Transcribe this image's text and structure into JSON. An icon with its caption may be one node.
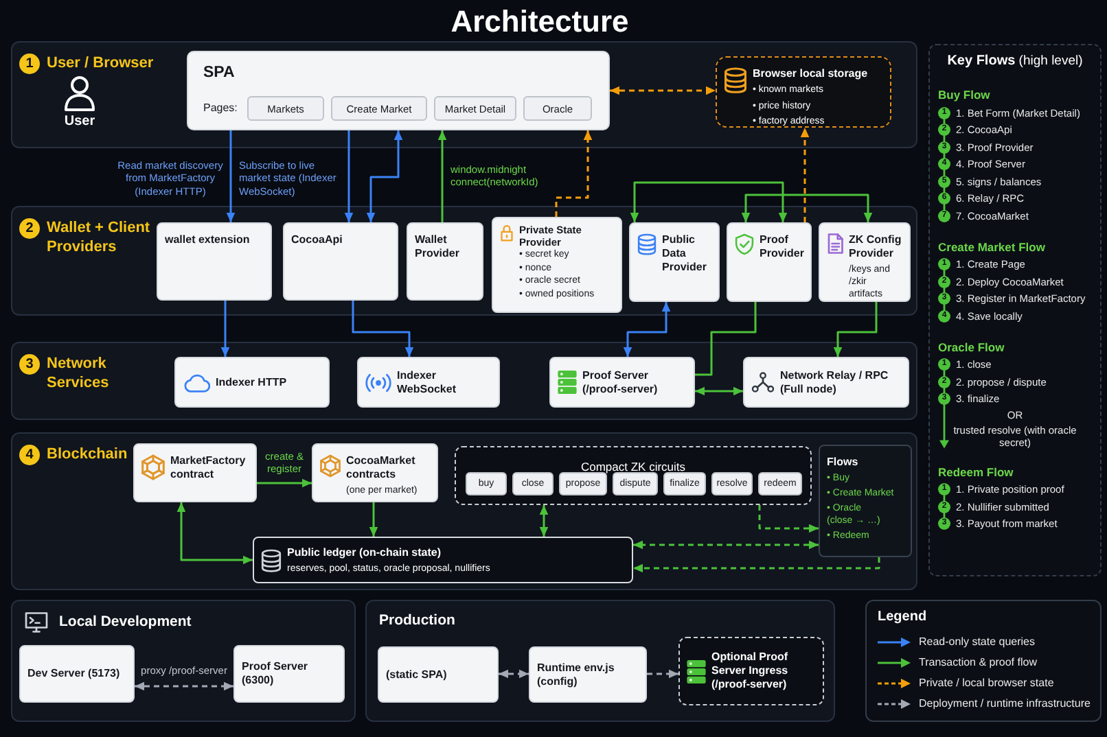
{
  "diagram": {
    "title": "Architecture",
    "nodes": [
      {
        "text": [
          "1",
          "User / Browser"
        ]
      },
      {
        "text": [
          "User"
        ],
        "in": 0
      },
      {
        "text": [
          "SPA",
          "Pages:"
        ],
        "in": 0
      },
      {
        "text": [
          "Markets"
        ],
        "in": 2
      },
      {
        "text": [
          "Create Market"
        ],
        "in": 2
      },
      {
        "text": [
          "Market Detail"
        ],
        "in": 2
      },
      {
        "text": [
          "Oracle"
        ],
        "in": 2
      },
      {
        "text": [
          "Browser local storage",
          "• known markets",
          "• price history",
          "• factory address"
        ],
        "in": 0
      },
      {
        "text": [
          "2",
          "Wallet + Client Providers"
        ]
      },
      {
        "text": [
          "wallet extension"
        ],
        "in": 8
      },
      {
        "text": [
          "CocoaApi"
        ],
        "in": 8
      },
      {
        "text": [
          "Wallet Provider"
        ],
        "in": 8
      },
      {
        "text": [
          "Private State Provider",
          "• secret key",
          "• nonce",
          "• oracle secret",
          "• owned positions"
        ],
        "in": 8
      },
      {
        "text": [
          "Public Data Provider"
        ],
        "in": 8
      },
      {
        "text": [
          "Proof Provider"
        ],
        "in": 8
      },
      {
        "text": [
          "ZK Config Provider",
          "/keys and /zkir artifacts"
        ],
        "in": 8
      },
      {
        "text": [
          "3",
          "Network Services"
        ]
      },
      {
        "text": [
          "Indexer HTTP"
        ],
        "in": 16
      },
      {
        "text": [
          "Indexer WebSocket"
        ],
        "in": 16
      },
      {
        "text": [
          "Proof Server (/proof-server)"
        ],
        "in": 16
      },
      {
        "text": [
          "Network Relay / RPC (Full node)"
        ],
        "in": 16
      },
      {
        "text": [
          "4",
          "Blockchain"
        ]
      },
      {
        "text": [
          "MarketFactory contract"
        ],
        "in": 21
      },
      {
        "text": [
          "CocoaMarket contracts",
          "(one per market)"
        ],
        "in": 21
      },
      {
        "text": [
          "Compact ZK circuits"
        ],
        "in": 21
      },
      {
        "text": [
          "buy"
        ],
        "in": 24
      },
      {
        "text": [
          "close"
        ],
        "in": 24
      },
      {
        "text": [
          "propose"
        ],
        "in": 24
      },
      {
        "text": [
          "dispute"
        ],
        "in": 24
      },
      {
        "text": [
          "finalize"
        ],
        "in": 24
      },
      {
        "text": [
          "resolve"
        ],
        "in": 24
      },
      {
        "text": [
          "redeem"
        ],
        "in": 24
      },
      {
        "text": [
          "Flows",
          "• Buy",
          "• Create Market",
          "• Oracle (close → …)",
          "• Redeem"
        ],
        "in": 21
      },
      {
        "text": [
          "Public ledger (on-chain state)",
          "reserves, pool, status, oracle proposal, nullifiers"
        ],
        "in": 21
      },
      {
        "text": [
          "Local Development"
        ]
      },
      {
        "text": [
          "Dev Server (5173)"
        ],
        "in": 34
      },
      {
        "text": [
          "Proof Server (6300)"
        ],
        "in": 34
      },
      {
        "text": [
          "Production"
        ]
      },
      {
        "text": [
          "(static SPA)"
        ],
        "in": 37
      },
      {
        "text": [
          "Runtime env.js (config)"
        ],
        "in": 37
      },
      {
        "text": [
          "Optional Proof Server Ingress (/proof-server)"
        ],
        "in": 37
      },
      {
        "text": [
          "**Key Flows** (high level)",
          "Buy Flow",
          "1",
          "1. Bet Form (Market Detail)",
          "2",
          "2. CocoaApi",
          "3",
          "3. Proof Provider",
          "4",
          "4. Proof Server",
          "5",
          "5. signs / balances",
          "6",
          "6. Relay / RPC",
          "7",
          "7. CocoaMarket",
          "Create Market Flow",
          "1",
          "1. Create Page",
          "2",
          "2. Deploy CocoaMarket",
          "3",
          "3. Register in MarketFactory",
          "4",
          "4. Save locally",
          "Oracle Flow",
          "1",
          "1. close",
          "2",
          "2. propose / dispute",
          "3",
          "3. finalize",
          "OR",
          "trusted resolve (with oracle secret)",
          "Redeem Flow",
          "1",
          "1. Private position proof",
          "2",
          "2. Nullifier submitted",
          "3",
          "3. Payout from market"
        ]
      }
    ],
    "edges": [
      {
        "from": 2,
        "to": 9,
        "arrow": "to",
        "label": "Read market discovery from MarketFactory (Indexer HTTP)",
        "color": "#3b82f6"
      },
      {
        "from": 2,
        "to": 10,
        "arrow": "to",
        "label": "Subscribe to live market state (Indexer WebSocket)",
        "color": "#3b82f6"
      },
      {
        "from": 2,
        "to": 10,
        "arrow": "both",
        "color": "#3b82f6"
      },
      {
        "from": 2,
        "to": 7,
        "arrow": "both",
        "style": "dashed",
        "color": "#f59e0b"
      },
      {
        "from": 11,
        "to": 2,
        "arrow": "to",
        "label": "window.midnight connect(networkId)"
      },
      {
        "from": 12,
        "to": 2,
        "arrow": "to",
        "style": "dashed",
        "color": "#f59e0b"
      },
      {
        "from": 14,
        "to": 7,
        "arrow": "to",
        "style": "dashed",
        "color": "#f59e0b"
      },
      {
        "from": 14,
        "to": 13,
        "arrow": "both"
      },
      {
        "from": 14,
        "to": 15,
        "arrow": "both"
      },
      {
        "from": 9,
        "to": 17,
        "arrow": "to",
        "color": "#3b82f6"
      },
      {
        "from": 10,
        "to": 18,
        "arrow": "to",
        "color": "#3b82f6"
      },
      {
        "from": 13,
        "to": 19,
        "arrow": "both",
        "color": "#3b82f6"
      },
      {
        "from": 14,
        "to": 19,
        "arrow": "none"
      },
      {
        "from": 15,
        "to": 20,
        "arrow": "to"
      },
      {
        "from": 19,
        "to": 20,
        "arrow": "both"
      },
      {
        "from": 22,
        "to": 23,
        "arrow": "to",
        "label": "create & register"
      },
      {
        "from": 22,
        "to": 33,
        "arrow": "both"
      },
      {
        "from": 23,
        "to": 33,
        "arrow": "to"
      },
      {
        "from": 24,
        "to": 33,
        "arrow": "both"
      },
      {
        "from": 24,
        "to": 32,
        "arrow": "to",
        "style": "dashed"
      },
      {
        "from": 32,
        "to": 33,
        "arrow": "both",
        "style": "dashed"
      },
      {
        "from": 32,
        "to": 33,
        "arrow": "to",
        "style": "dashed"
      },
      {
        "from": 35,
        "to": 36,
        "arrow": "both",
        "style": "dashed",
        "label": "proxy /proof-server",
        "color": "#a3aab5"
      },
      {
        "from": 38,
        "to": 39,
        "arrow": "both",
        "style": "dashed",
        "color": "#a3aab5"
      },
      {
        "from": 39,
        "to": 40,
        "arrow": "to",
        "style": "dashed",
        "color": "#a3aab5"
      }
    ],
    "labels": [
      "Legend"
    ],
    "legend": [
      {
        "text": "Read-only state queries"
      },
      {
        "text": "Transaction & proof flow"
      },
      {
        "text": "Private / local browser state"
      },
      {
        "text": "Deployment / runtime infrastructure"
      }
    ]
  }
}
